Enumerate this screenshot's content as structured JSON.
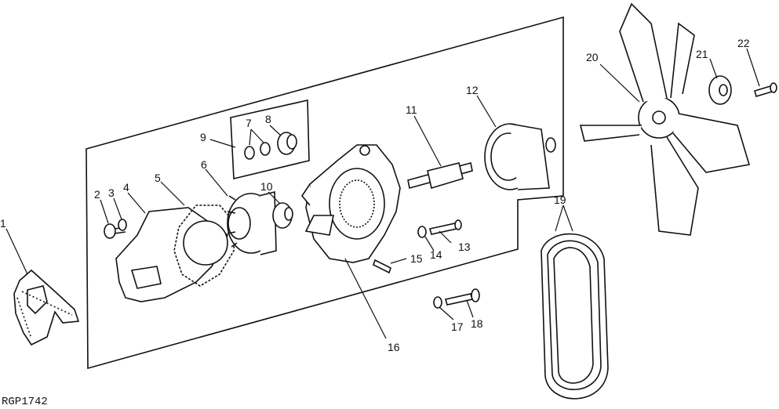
{
  "figure_ref": "RGP1742",
  "callouts": {
    "c1": "1",
    "c2": "2",
    "c3": "3",
    "c4": "4",
    "c5": "5",
    "c6": "6",
    "c7": "7",
    "c8": "8",
    "c9": "9",
    "c10": "10",
    "c11": "11",
    "c12": "12",
    "c13": "13",
    "c14": "14",
    "c15": "15",
    "c16": "16",
    "c17": "17",
    "c18": "18",
    "c19": "19",
    "c20": "20",
    "c21": "21",
    "c22": "22"
  }
}
